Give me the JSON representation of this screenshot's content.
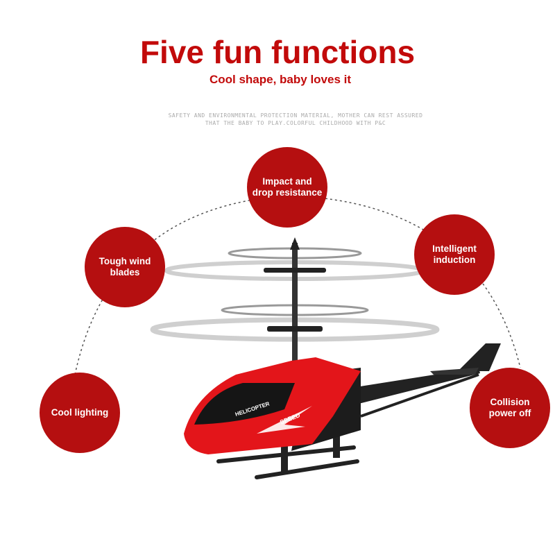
{
  "header": {
    "title": "Five fun functions",
    "tagline": "Cool shape, baby loves it",
    "fine_print_line1": "SAFETY AND ENVIRONMENTAL PROTECTION MATERIAL, MOTHER CAN REST ASSURED",
    "fine_print_line2": "THAT THE BABY TO PLAY.COLORFUL CHILDHOOD WITH P&C"
  },
  "features": [
    {
      "line1": "Impact and",
      "line2": "drop resistance"
    },
    {
      "line1": "Tough wind",
      "line2": "blades"
    },
    {
      "line1": "Intelligent",
      "line2": "induction"
    },
    {
      "line1": "Cool lighting",
      "line2": ""
    },
    {
      "line1": "Collision",
      "line2": "power off"
    }
  ],
  "product": {
    "body_text": "HELICOPTER",
    "side_text": "SPEED",
    "body_color": "#e3151a"
  },
  "colors": {
    "accent": "#c20a0a",
    "circle": "#b50f10"
  }
}
